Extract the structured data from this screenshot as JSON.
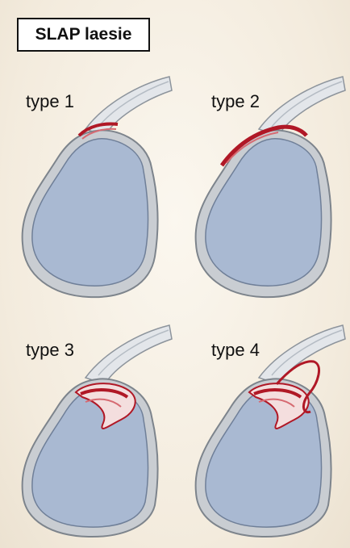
{
  "title": "SLAP laesie",
  "panels": [
    {
      "label": "type 1"
    },
    {
      "label": "type 2"
    },
    {
      "label": "type 3"
    },
    {
      "label": "type 4"
    }
  ],
  "colors": {
    "glenoid": "#a9b9d2",
    "labrum": "#c9cdd2",
    "tendon": "#e3e6ea",
    "lesion": "#b01826"
  }
}
